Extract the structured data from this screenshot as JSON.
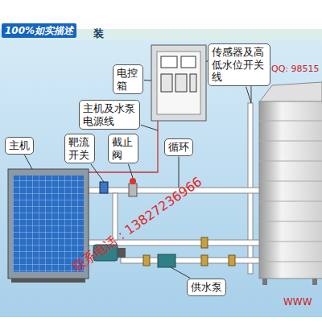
{
  "diagram": {
    "nodes": [
      {
        "text": [
          "100%如实描述"
        ]
      },
      {
        "text": [
          "传感器及高低水位开关线"
        ]
      },
      {
        "text": [
          "电控箱"
        ]
      },
      {
        "text": [
          "主机及水泵电源线"
        ]
      },
      {
        "text": [
          "主机"
        ]
      },
      {
        "text": [
          "靶流开关"
        ]
      },
      {
        "text": [
          "截止阀"
        ]
      },
      {
        "text": [
          "循环"
        ]
      },
      {
        "text": [
          "供水泵"
        ]
      }
    ],
    "labels": [
      "装",
      "QQ: 98515",
      "联系电话：13827236966",
      "WWW"
    ]
  }
}
